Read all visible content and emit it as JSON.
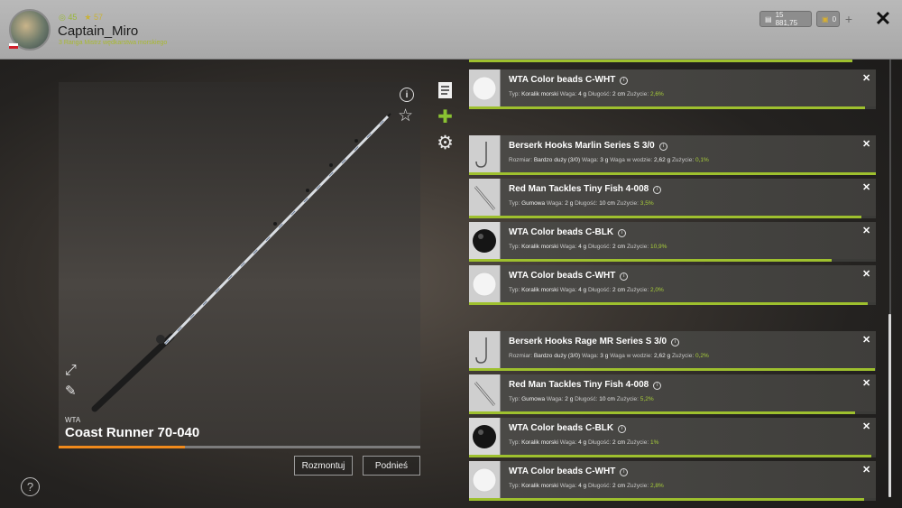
{
  "header": {
    "stat_level": "45",
    "stat_stars": "57",
    "player_name": "Captain_Miro",
    "player_rank": "3 Ranga Mistrz wędkarstwa morskiego",
    "currency_silver": "15 881,75",
    "currency_gold": "0",
    "plus": "+",
    "close": "✕"
  },
  "rod": {
    "brand": "WTA",
    "name": "Coast Runner 70-040",
    "wear_fraction": 0.35,
    "info": "i",
    "star": "☆"
  },
  "buttons": {
    "unmount": "Rozmontuj",
    "lift": "Podnieś"
  },
  "help": "?",
  "items": [
    {
      "name": "WTA Color beads C-WHT",
      "thumb": "bead-white",
      "props": [
        [
          "Typ:",
          "Koralik morski"
        ],
        [
          "Waga:",
          "4 g"
        ],
        [
          "Długość:",
          "2 cm"
        ],
        [
          "Zużycie:",
          "2,6%"
        ]
      ],
      "wear": 0.974
    },
    {
      "name": "Berserk Hooks Marlin Series S 3/0",
      "thumb": "hook",
      "props": [
        [
          "Rozmiar:",
          "Bardzo duży (3/0)"
        ],
        [
          "Waga:",
          "3 g"
        ],
        [
          "Waga w wodzie:",
          "2,62 g"
        ],
        [
          "Zużycie:",
          "0,1%"
        ]
      ],
      "wear": 0.999
    },
    {
      "name": "Red Man Tackles Tiny Fish 4-008",
      "thumb": "lure",
      "props": [
        [
          "Typ:",
          "Gumowa"
        ],
        [
          "Waga:",
          "2 g"
        ],
        [
          "Długość:",
          "10 cm"
        ],
        [
          "Zużycie:",
          "3,5%"
        ]
      ],
      "wear": 0.965
    },
    {
      "name": "WTA Color beads C-BLK",
      "thumb": "bead-black",
      "props": [
        [
          "Typ:",
          "Koralik morski"
        ],
        [
          "Waga:",
          "4 g"
        ],
        [
          "Długość:",
          "2 cm"
        ],
        [
          "Zużycie:",
          "10,9%"
        ]
      ],
      "wear": 0.891
    },
    {
      "name": "WTA Color beads C-WHT",
      "thumb": "bead-white",
      "props": [
        [
          "Typ:",
          "Koralik morski"
        ],
        [
          "Waga:",
          "4 g"
        ],
        [
          "Długość:",
          "2 cm"
        ],
        [
          "Zużycie:",
          "2,0%"
        ]
      ],
      "wear": 0.98
    },
    {
      "name": "Berserk Hooks Rage MR Series S 3/0",
      "thumb": "hook",
      "props": [
        [
          "Rozmiar:",
          "Bardzo duży (3/0)"
        ],
        [
          "Waga:",
          "3 g"
        ],
        [
          "Waga w wodzie:",
          "2,62 g"
        ],
        [
          "Zużycie:",
          "0,2%"
        ]
      ],
      "wear": 0.998
    },
    {
      "name": "Red Man Tackles Tiny Fish 4-008",
      "thumb": "lure",
      "props": [
        [
          "Typ:",
          "Gumowa"
        ],
        [
          "Waga:",
          "2 g"
        ],
        [
          "Długość:",
          "10 cm"
        ],
        [
          "Zużycie:",
          "5,2%"
        ]
      ],
      "wear": 0.948
    },
    {
      "name": "WTA Color beads C-BLK",
      "thumb": "bead-black",
      "props": [
        [
          "Typ:",
          "Koralik morski"
        ],
        [
          "Waga:",
          "4 g"
        ],
        [
          "Długość:",
          "2 cm"
        ],
        [
          "Zużycie:",
          "1%"
        ]
      ],
      "wear": 0.99
    },
    {
      "name": "WTA Color beads C-WHT",
      "thumb": "bead-white",
      "props": [
        [
          "Typ:",
          "Koralik morski"
        ],
        [
          "Waga:",
          "4 g"
        ],
        [
          "Długość:",
          "2 cm"
        ],
        [
          "Zużycie:",
          "2,8%"
        ]
      ],
      "wear": 0.972
    }
  ],
  "colors": {
    "accent": "#9ec02e",
    "rod_wear": "#f08a1c"
  }
}
